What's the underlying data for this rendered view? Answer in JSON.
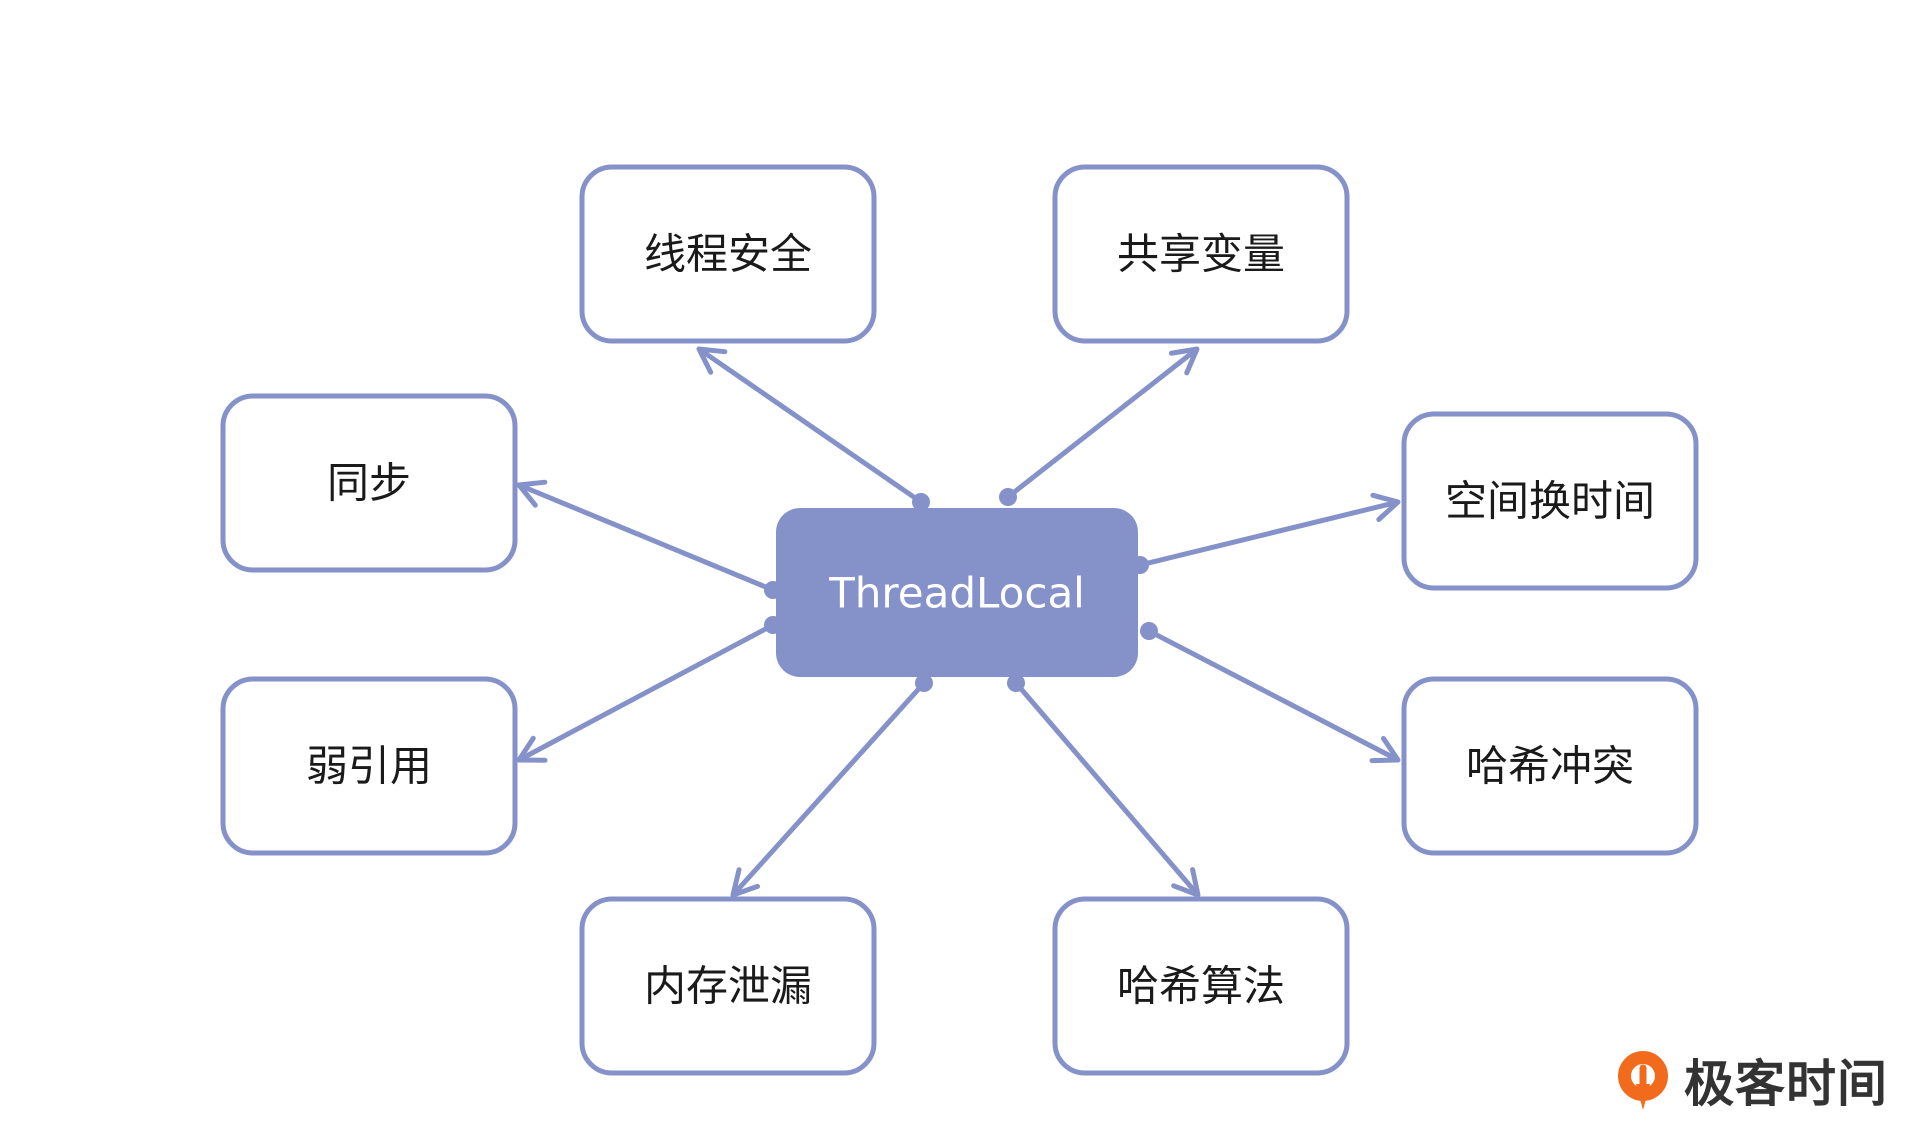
{
  "colors": {
    "accent": "#8592CA",
    "box_fill": "#ffffff",
    "center_text": "#ffffff",
    "label_text": "#1a1a1a",
    "brand_orange": "#F26A1B",
    "brand_text": "#333333"
  },
  "center": {
    "label": "ThreadLocal"
  },
  "topics": [
    {
      "id": "thread-safety",
      "label": "线程安全"
    },
    {
      "id": "shared-variable",
      "label": "共享变量"
    },
    {
      "id": "sync",
      "label": "同步"
    },
    {
      "id": "space-for-time",
      "label": "空间换时间"
    },
    {
      "id": "weak-reference",
      "label": "弱引用"
    },
    {
      "id": "hash-collision",
      "label": "哈希冲突"
    },
    {
      "id": "memory-leak",
      "label": "内存泄漏"
    },
    {
      "id": "hash-algorithm",
      "label": "哈希算法"
    }
  ],
  "brand": {
    "text": "极客时间",
    "icon": "geektime-logo-icon"
  }
}
